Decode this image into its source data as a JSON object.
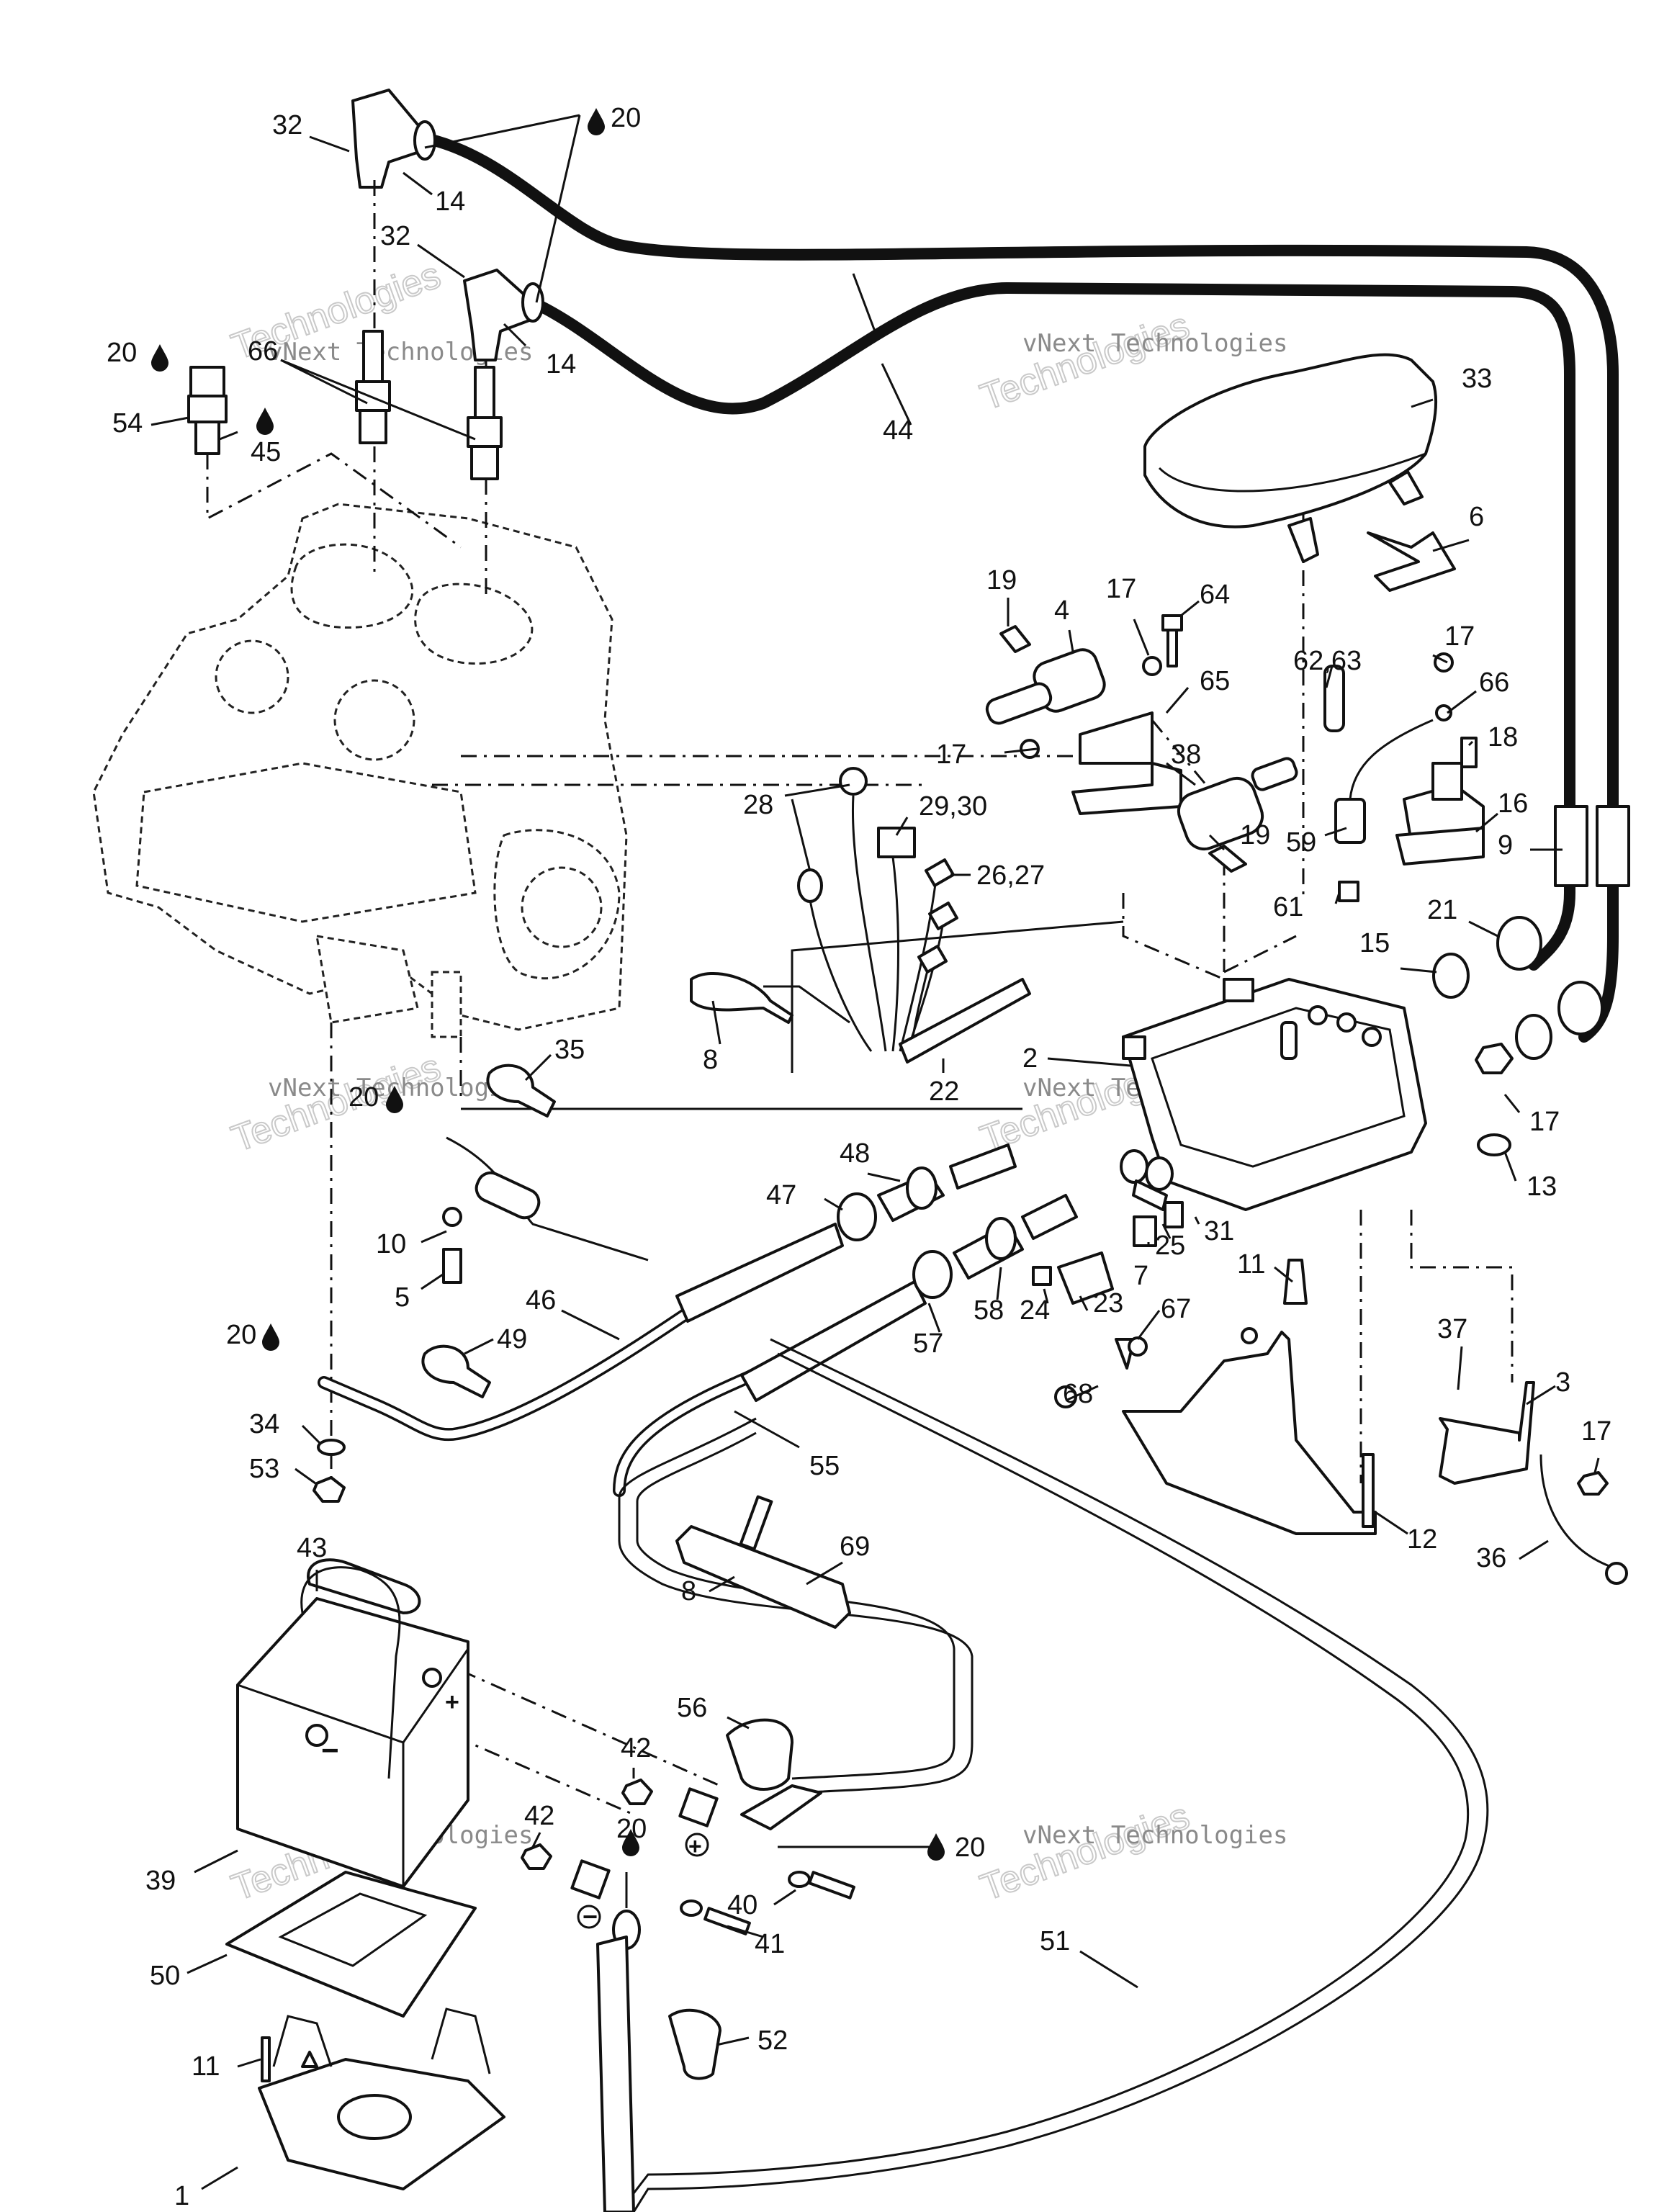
{
  "diagram": {
    "labels": [
      "32",
      "20",
      "14",
      "32",
      "14",
      "20",
      "66",
      "54",
      "45",
      "44",
      "33",
      "6",
      "19",
      "4",
      "17",
      "64",
      "17",
      "62,63",
      "66",
      "18",
      "65",
      "17",
      "38",
      "19",
      "16",
      "59",
      "9",
      "61",
      "28",
      "29,30",
      "26,27",
      "21",
      "15",
      "8",
      "22",
      "2",
      "35",
      "20",
      "17",
      "13",
      "48",
      "47",
      "31",
      "25",
      "7",
      "10",
      "5",
      "11",
      "46",
      "23",
      "24",
      "58",
      "57",
      "67",
      "20",
      "49",
      "37",
      "3",
      "68",
      "34",
      "53",
      "55",
      "17",
      "12",
      "36",
      "43",
      "69",
      "8",
      "56",
      "42",
      "42",
      "20",
      "20",
      "39",
      "40",
      "41",
      "50",
      "51",
      "52",
      "11",
      "1"
    ],
    "watermark": {
      "line1": "vNext Technologies",
      "line2": "Technologies"
    },
    "polarity": {
      "plus": "+",
      "minus": "−"
    }
  }
}
